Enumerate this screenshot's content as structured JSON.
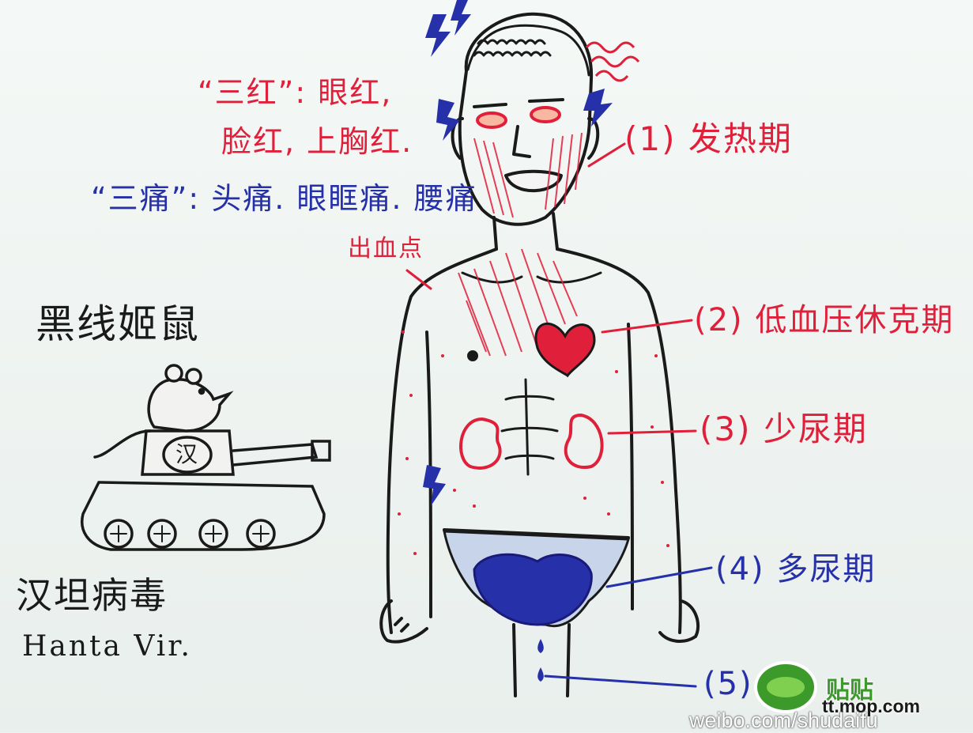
{
  "annotations": {
    "three_red_line1": "“三红”: 眼红,",
    "three_red_line2": "脸红, 上胸红.",
    "three_pain": "“三痛”: 头痛. 眼眶痛. 腰痛",
    "bleeding_points": "出血点",
    "stage1": "(1) 发热期",
    "stage2": "(2) 低血压休克期",
    "stage3": "(3) 少尿期",
    "stage4": "(4) 多尿期",
    "stage5": "(5)"
  },
  "left_panel": {
    "host_label": "黑线姬鼠",
    "tank_badge": "汉",
    "virus_name_cn": "汉坦病毒",
    "virus_name_en": "Hanta Vir."
  },
  "watermark": {
    "brand_cn": "贴贴",
    "site": "tt.mop.com",
    "weibo": "weibo.com/shudaifu"
  },
  "colors": {
    "red_ink": "#e0203a",
    "blue_ink": "#2630a8",
    "black_ink": "#1a1a1a",
    "paper": "#eef3f1",
    "logo_green": "#3c9a2a"
  },
  "icons": [
    "lightning-bolt-icon",
    "heat-waves-icon",
    "heart-icon",
    "kidney-icon",
    "bladder-icon",
    "urine-drop-icon",
    "mouse-icon",
    "tank-icon"
  ]
}
